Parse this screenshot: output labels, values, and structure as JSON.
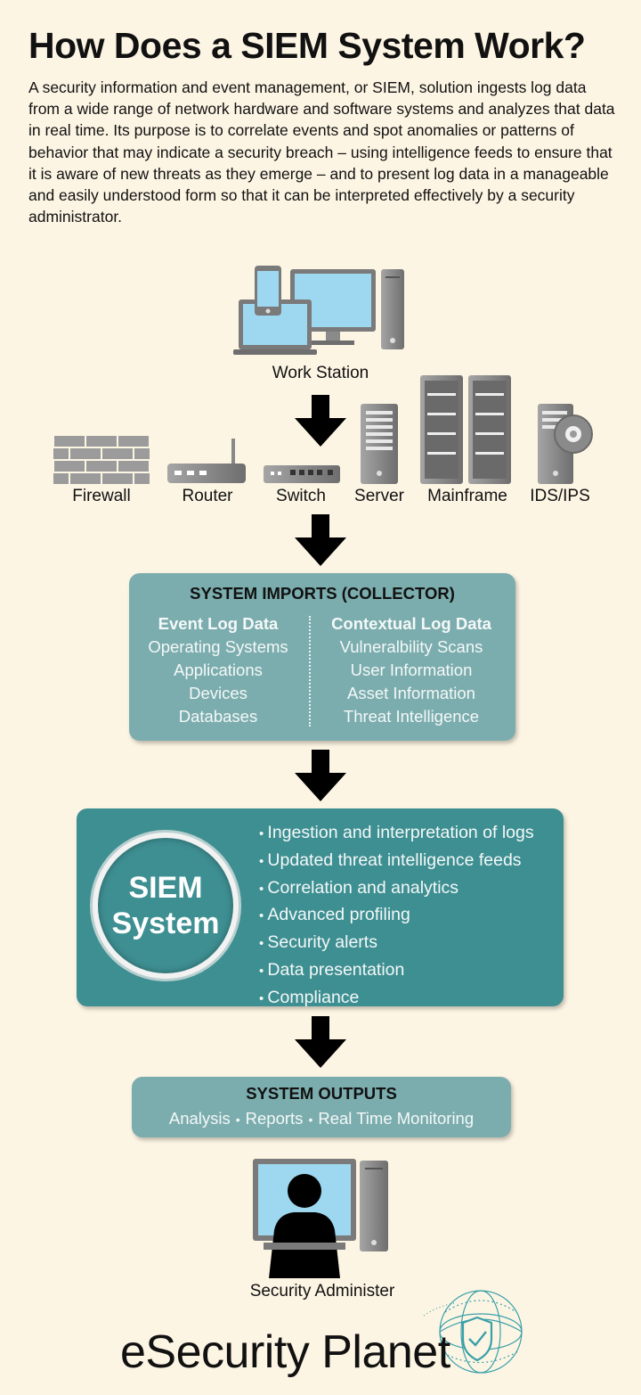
{
  "title": "How Does a SIEM System Work?",
  "intro": "A security information and event management, or SIEM, solution ingests log data from a wide range of network hardware and software systems and analyzes that data in real time. Its purpose is to correlate events and spot anomalies or patterns of behavior that may indicate a security breach – using intelligence feeds to ensure that it is aware of new threats as they emerge – and to present log data in a manageable and easily understood form so that it can be interpreted effectively by a security administrator.",
  "workstation_label": "Work Station",
  "devices": [
    "Firewall",
    "Router",
    "Switch",
    "Server",
    "Mainframe",
    "IDS/IPS"
  ],
  "collector": {
    "title": "SYSTEM IMPORTS (COLLECTOR)",
    "left_heading": "Event Log Data",
    "left_items": [
      "Operating Systems",
      "Applications",
      "Devices",
      "Databases"
    ],
    "right_heading": "Contextual Log Data",
    "right_items": [
      "Vulneralbility Scans",
      "User Information",
      "Asset Information",
      "Threat Intelligence"
    ]
  },
  "siem": {
    "line1": "SIEM",
    "line2": "System",
    "features": [
      "Ingestion and interpretation of logs",
      "Updated threat intelligence feeds",
      "Correlation and analytics",
      "Advanced profiling",
      "Security alerts",
      "Data presentation",
      "Compliance"
    ]
  },
  "outputs": {
    "title": "SYSTEM OUTPUTS",
    "items": [
      "Analysis",
      "Reports",
      "Real Time Monitoring"
    ]
  },
  "admin_label": "Security Administer",
  "logo": "eSecurity Planet",
  "colors": {
    "background": "#fdf5e4",
    "box_light": "#7cadae",
    "box_dark": "#3e8f92",
    "screen_blue": "#9ed8f0",
    "device_grey": "#8a8a8a"
  }
}
